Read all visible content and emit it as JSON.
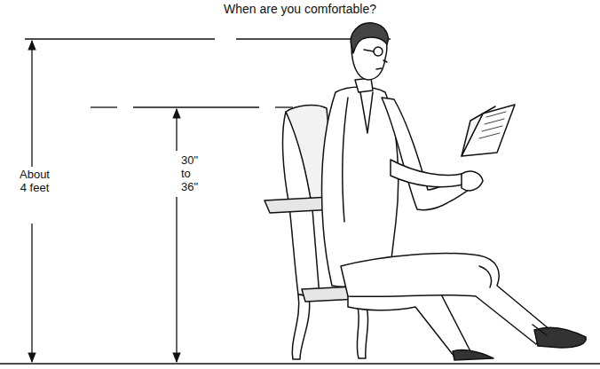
{
  "diagram": {
    "title": "When are you comfortable?",
    "labels": [
      "About 4 feet",
      "30\" to 36\""
    ]
  }
}
